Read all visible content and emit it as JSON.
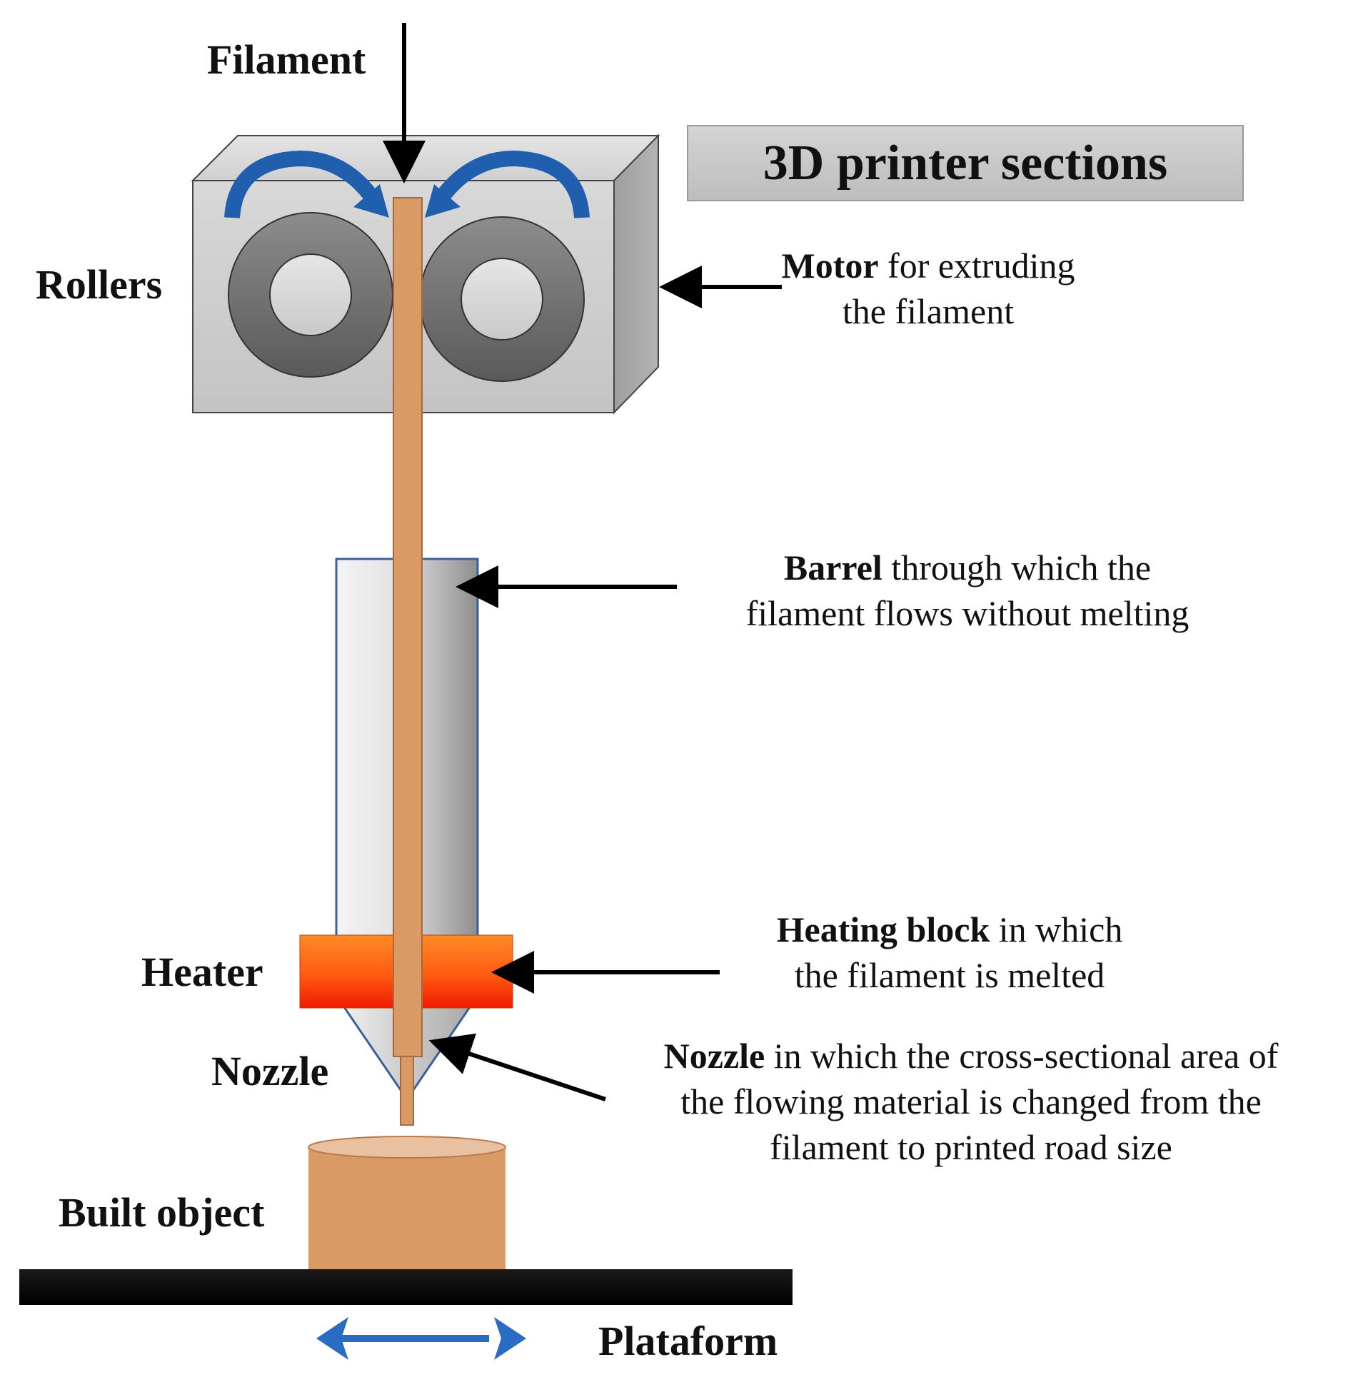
{
  "title": "3D printer sections",
  "labels": {
    "filament": "Filament",
    "rollers": "Rollers",
    "heater": "Heater",
    "nozzle": "Nozzle",
    "built_object": "Built object",
    "plataform": "Plataform"
  },
  "descriptions": {
    "motor": {
      "bold": "Motor",
      "line1_rest": " for extruding",
      "line2": "the filament"
    },
    "barrel": {
      "bold": "Barrel",
      "line1_rest": " through which the",
      "line2": "filament flows  without melting"
    },
    "heating": {
      "bold": "Heating block",
      "line1_rest": " in which",
      "line2": "the filament is melted"
    },
    "nozzle": {
      "bold": "Nozzle",
      "line1_rest": " in which the cross-sectional  area of",
      "line2": "the flowing material is changed from the",
      "line3": "filament to printed road size"
    }
  },
  "colors": {
    "filament": "#d99a66",
    "roller_block": "#cfcfcf",
    "roller_ring": "#6f6f6f",
    "rotation_arrow": "#1f5fae",
    "heater_top": "#ff8a24",
    "heater_bottom": "#f01a00",
    "platform": "#000000",
    "platform_arrow": "#2a6cc4",
    "barrel_outline": "#3a5f9a"
  }
}
